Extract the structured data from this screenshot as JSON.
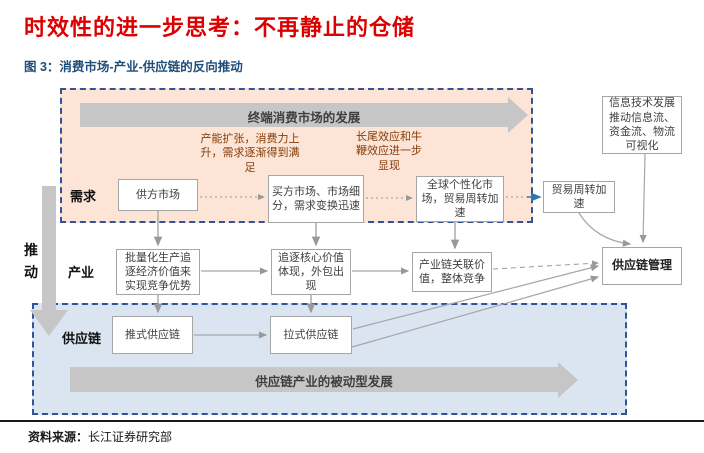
{
  "header": {
    "title": "时效性的进一步思考：不再静止的仓储",
    "figure_caption": "图 3：消费市场-产业-供应链的反向推动"
  },
  "footer": {
    "source_label": "资料来源：",
    "source_value": "长江证券研究部"
  },
  "colors": {
    "title_red": "#dd0000",
    "caption_blue": "#1f4e79",
    "demand_region_bg": "#fce4d6",
    "supply_region_bg": "#dbe5f1",
    "dashed_border_blue": "#2f5597",
    "big_arrow_gray": "#c6c6c6",
    "connector_gray": "#a6a6a6",
    "annotation_brown": "#843c0b",
    "accent_arrow_blue": "#2e74b5"
  },
  "diagram": {
    "push_label": "推动",
    "row_labels": {
      "demand": "需求",
      "industry": "产业",
      "supply_chain": "供应链"
    },
    "top_arrow_label": "终端消费市场的发展",
    "bottom_arrow_label": "供应链产业的被动型发展",
    "annotations": {
      "capacity": "产能扩张，消费力上升，需求逐渐得到满足",
      "long_tail": "长尾效应和牛鞭效应进一步显现"
    },
    "nodes": {
      "supplier_market": "供方市场",
      "buyer_market": "买方市场、市场细分，需求变换迅速",
      "global_market": "全球个性化市场，贸易周转加速",
      "batch_production": "批量化生产追逐经济价值来实现竞争优势",
      "core_value": "追逐核心价值体现，外包出现",
      "chain_value": "产业链关联价值，整体竞争",
      "push_chain": "推式供应链",
      "pull_chain": "拉式供应链",
      "trade_turnover": "贸易周转加速",
      "it_development": "信息技术发展推动信息流、资金流、物流可视化",
      "scm": "供应链管理"
    }
  }
}
